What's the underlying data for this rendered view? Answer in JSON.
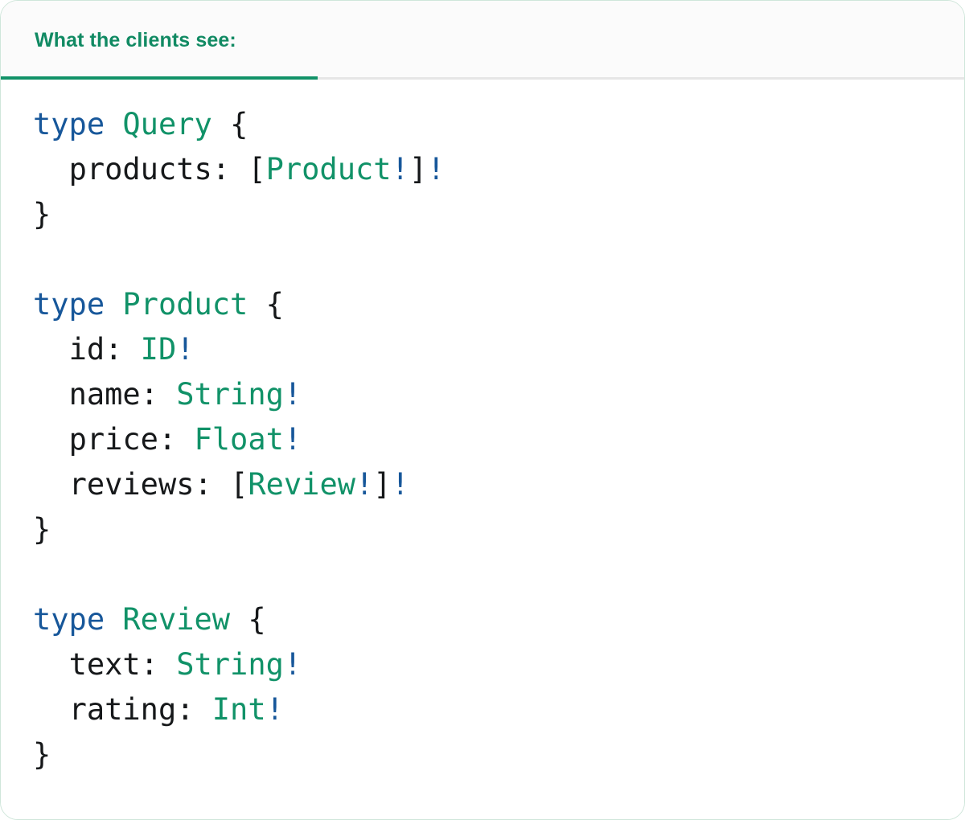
{
  "card": {
    "border_color": "#cfe6da",
    "background": "#ffffff"
  },
  "header": {
    "background": "#fbfbfb",
    "tab": {
      "label": "What the clients see:",
      "active": true,
      "accent_color": "#119268",
      "underline_color": "#119268",
      "inactive_underline_color": "#e6e6e6"
    }
  },
  "code": {
    "language": "graphql",
    "colors": {
      "keyword": "#17579a",
      "type_name": "#119268",
      "non_null_bang": "#17579a",
      "punctuation": "#16181a",
      "field_name": "#16181a"
    },
    "blocks": [
      {
        "keyword": "type",
        "name": "Query",
        "open_brace": "{",
        "close_brace": "}",
        "fields": [
          {
            "name": "products:",
            "open": "[",
            "type": "Product",
            "inner_bang": "!",
            "close": "]",
            "outer_bang": "!"
          }
        ]
      },
      {
        "keyword": "type",
        "name": "Product",
        "open_brace": "{",
        "close_brace": "}",
        "fields": [
          {
            "name": "id:",
            "open": "",
            "type": "ID",
            "inner_bang": "!",
            "close": "",
            "outer_bang": ""
          },
          {
            "name": "name:",
            "open": "",
            "type": "String",
            "inner_bang": "!",
            "close": "",
            "outer_bang": ""
          },
          {
            "name": "price:",
            "open": "",
            "type": "Float",
            "inner_bang": "!",
            "close": "",
            "outer_bang": ""
          },
          {
            "name": "reviews:",
            "open": "[",
            "type": "Review",
            "inner_bang": "!",
            "close": "]",
            "outer_bang": "!"
          }
        ]
      },
      {
        "keyword": "type",
        "name": "Review",
        "open_brace": "{",
        "close_brace": "}",
        "fields": [
          {
            "name": "text:",
            "open": "",
            "type": "String",
            "inner_bang": "!",
            "close": "",
            "outer_bang": ""
          },
          {
            "name": "rating:",
            "open": "",
            "type": "Int",
            "inner_bang": "!",
            "close": "",
            "outer_bang": ""
          }
        ]
      }
    ]
  }
}
